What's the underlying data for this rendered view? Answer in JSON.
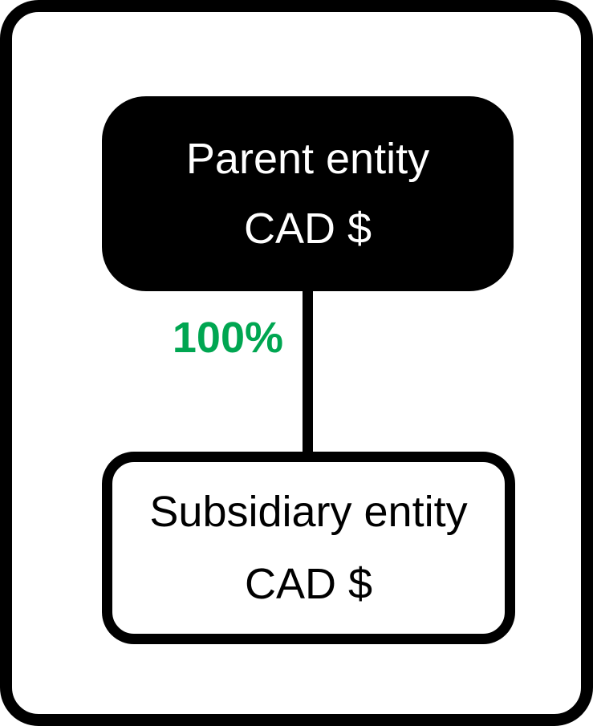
{
  "colors": {
    "ownership-green": "#00A651",
    "node-black": "#000000",
    "background": "#FFFFFF"
  },
  "diagram": {
    "parent_node": {
      "name": "Parent entity",
      "currency": "CAD $"
    },
    "connector": {
      "ownership_label": "100%"
    },
    "subsidiary_node": {
      "name": "Subsidiary entity",
      "currency": "CAD $"
    }
  }
}
